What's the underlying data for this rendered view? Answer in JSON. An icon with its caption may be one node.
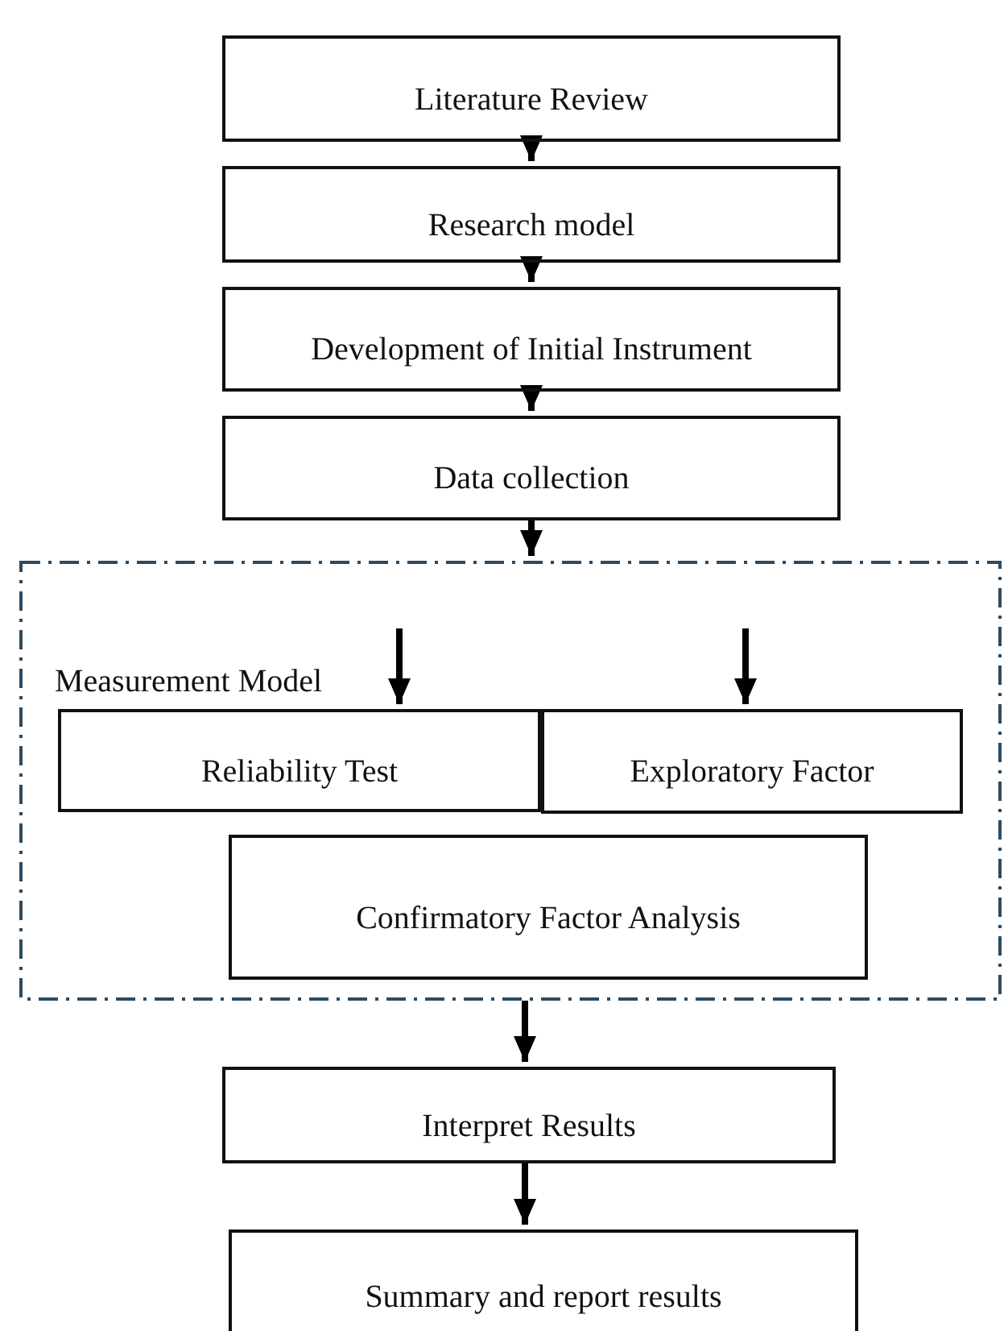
{
  "diagram": {
    "nodes": [
      {
        "text": [
          "Literature Review"
        ]
      },
      {
        "text": [
          "Research model"
        ]
      },
      {
        "text": [
          "Development of Initial Instrument"
        ]
      },
      {
        "text": [
          "Data collection"
        ]
      },
      {
        "text": [
          "Measurement Model"
        ]
      },
      {
        "text": [
          "Reliability Test"
        ],
        "in": 4
      },
      {
        "text": [
          "Exploratory Factor"
        ],
        "in": 4
      },
      {
        "text": [
          "Confirmatory Factor Analysis"
        ],
        "in": 4
      },
      {
        "text": [
          "Interpret Results"
        ]
      },
      {
        "text": [
          "Summary and report results"
        ]
      }
    ],
    "edges": [
      {
        "from": 0,
        "to": 1,
        "arrow": "to"
      },
      {
        "from": 1,
        "to": 2,
        "arrow": "to"
      },
      {
        "from": 2,
        "to": 3,
        "arrow": "to"
      },
      {
        "from": 3,
        "to": 4,
        "arrow": "to"
      },
      {
        "from": null,
        "to": 5,
        "arrow": "to"
      },
      {
        "from": null,
        "to": 6,
        "arrow": "to"
      },
      {
        "from": 4,
        "to": 8,
        "arrow": "to"
      },
      {
        "from": 8,
        "to": 9,
        "arrow": "to"
      }
    ]
  }
}
